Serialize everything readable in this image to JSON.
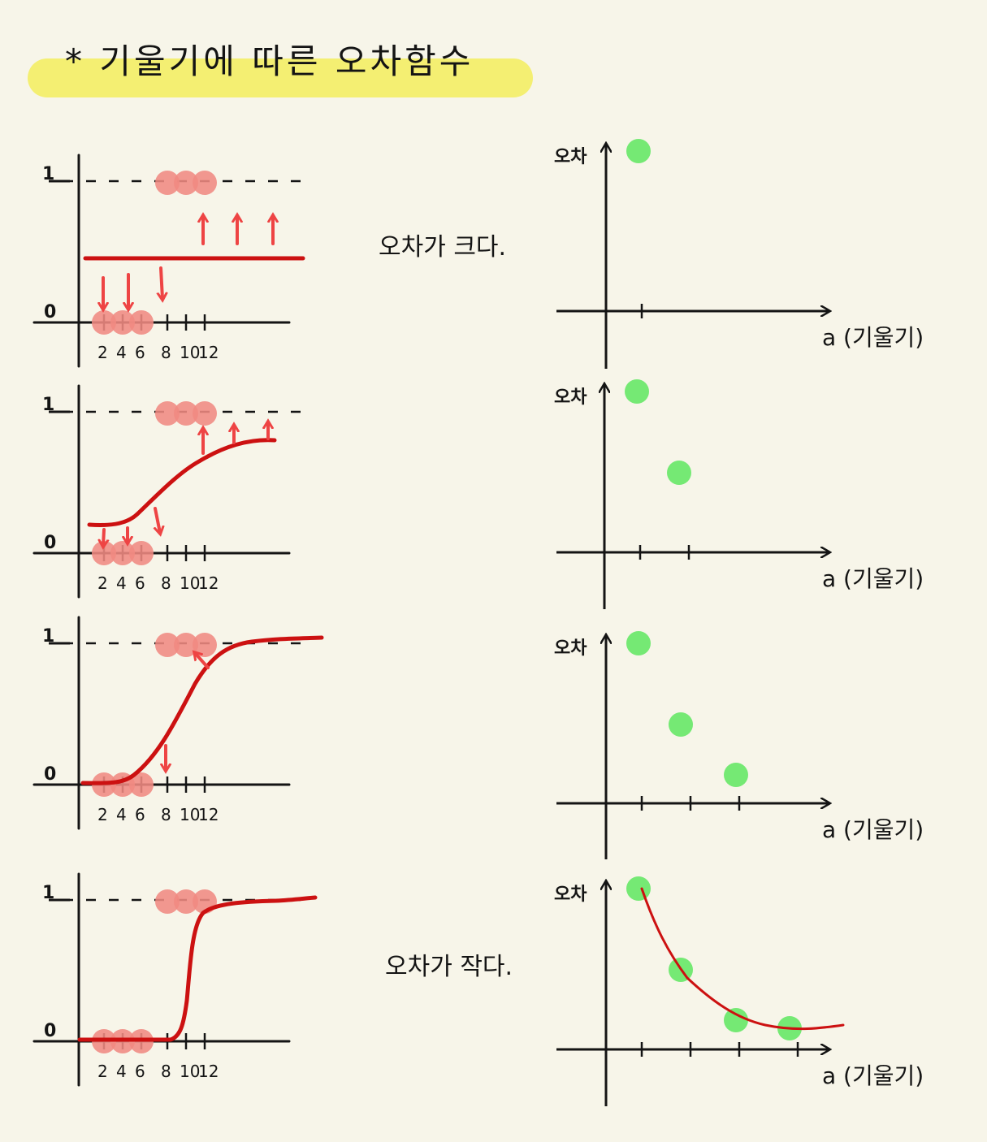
{
  "title": "* 기울기에  따른  오차함수",
  "left_panels": {
    "y_top_label": "1",
    "y_bottom_label": "0",
    "x_tick_labels": [
      "2",
      "4",
      "6",
      "8",
      "10",
      "12"
    ],
    "data_points": [
      {
        "x": 2,
        "y": 0
      },
      {
        "x": 4,
        "y": 0
      },
      {
        "x": 6,
        "y": 0
      },
      {
        "x": 8,
        "y": 1
      },
      {
        "x": 10,
        "y": 1
      },
      {
        "x": 12,
        "y": 1
      }
    ]
  },
  "right_panels": {
    "y_axis_label": "오차",
    "x_axis_label": "a (기울기)"
  },
  "annotations": {
    "large_error": "오차가 크다.",
    "small_error": "오차가 작다."
  },
  "colors": {
    "background": "#f7f5e9",
    "highlight": "#f4ef72",
    "data_point": "#f08a82",
    "curve": "#cc1111",
    "arrow": "#ee4444",
    "error_point": "#6ee86e",
    "ink": "#141414"
  }
}
